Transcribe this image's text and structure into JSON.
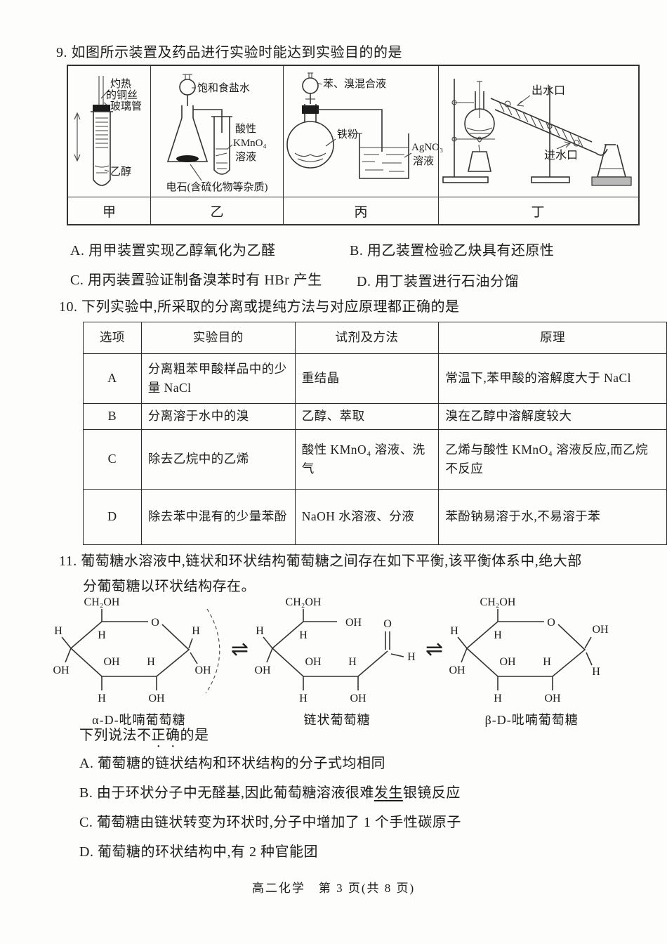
{
  "q9": {
    "stem": "9. 如图所示装置及药品进行实验时能达到实验目的的是",
    "figure": {
      "cells": [
        {
          "label": "甲",
          "ann1": "灼热",
          "ann2": "的铜丝",
          "ann3": "玻璃管",
          "ann4": "乙醇"
        },
        {
          "label": "乙",
          "ann1": "饱和食盐水",
          "ann2": "酸性",
          "ann3": "KMnO₄",
          "ann4": "溶液",
          "ann5": "电石(含硫化物等杂质)"
        },
        {
          "label": "丙",
          "ann1": "苯、溴混合液",
          "ann2": "铁粉",
          "ann3": "AgNO₃",
          "ann4": "溶液"
        },
        {
          "label": "丁",
          "ann1": "出水口",
          "ann2": "进水口"
        }
      ]
    },
    "optionA": "A. 用甲装置实现乙醇氧化为乙醛",
    "optionB": "B. 用乙装置检验乙炔具有还原性",
    "optionC": "C. 用丙装置验证制备溴苯时有 HBr 产生",
    "optionD": "D. 用丁装置进行石油分馏"
  },
  "q10": {
    "stem": "10. 下列实验中,所采取的分离或提纯方法与对应原理都正确的是",
    "table": {
      "headers": [
        "选项",
        "实验目的",
        "试剂及方法",
        "原理"
      ],
      "rows": [
        {
          "option": "A",
          "purpose": "分离粗苯甲酸样品中的少量 NaCl",
          "method": "重结晶",
          "principle": "常温下,苯甲酸的溶解度大于 NaCl"
        },
        {
          "option": "B",
          "purpose": "分离溶于水中的溴",
          "method": "乙醇、萃取",
          "principle": "溴在乙醇中溶解度较大"
        },
        {
          "option": "C",
          "purpose": "除去乙烷中的乙烯",
          "method": "酸性 KMnO₄ 溶液、洗气",
          "principle": "乙烯与酸性 KMnO₄ 溶液反应,而乙烷不反应"
        },
        {
          "option": "D",
          "purpose": "除去苯中混有的少量苯酚",
          "method": "NaOH 水溶液、分液",
          "principle": "苯酚钠易溶于水,不易溶于苯"
        }
      ]
    }
  },
  "q11": {
    "stem_line1": "11. 葡萄糖水溶液中,链状和环状结构葡萄糖之间存在如下平衡,该平衡体系中,绝大部",
    "stem_line2": "分葡萄糖以环状结构存在。",
    "arrow": "⇌",
    "structures": [
      {
        "name": "α-D-吡喃葡萄糖",
        "ch2oh": "CH₂OH",
        "ring_o": "O",
        "h_left": "H",
        "oh_left": "OH",
        "h_in1": "H",
        "oh_in": "OH",
        "h_in2": "H",
        "c1_top": "H",
        "c1_bottom": "OH",
        "h_bottom": "H",
        "oh_bottom": "OH"
      },
      {
        "name": "链状葡萄糖",
        "ch2oh": "CH₂OH",
        "c5_oh": "OH",
        "h_left": "H",
        "oh_left": "OH",
        "h_in1": "H",
        "oh_in": "OH",
        "h_in2": "H",
        "ald_o": "O",
        "ald_h": "H",
        "h_bottom": "H",
        "oh_bottom": "OH"
      },
      {
        "name": "β-D-吡喃葡萄糖",
        "ch2oh": "CH₂OH",
        "ring_o": "O",
        "h_left": "H",
        "oh_left": "OH",
        "h_in1": "H",
        "oh_in": "OH",
        "h_in2": "H",
        "c1_top": "OH",
        "c1_bottom": "H",
        "h_bottom": "H",
        "oh_bottom": "OH"
      }
    ],
    "question_prefix": "下列说法不",
    "question_emph": "正确",
    "question_suffix": "的是",
    "optionA": "A. 葡萄糖的链状结构和环状结构的分子式均相同",
    "optionB_prefix": "B. 由于环状分子中无醛基,因此葡萄糖溶液很难",
    "optionB_underlined": "发生",
    "optionB_suffix": "银镜反应",
    "optionC": "C. 葡萄糖由链状转变为环状时,分子中增加了 1 个手性碳原子",
    "optionD": "D. 葡萄糖的环状结构中,有 2 种官能团"
  },
  "footer": "高二化学　第 3 页(共 8 页)"
}
